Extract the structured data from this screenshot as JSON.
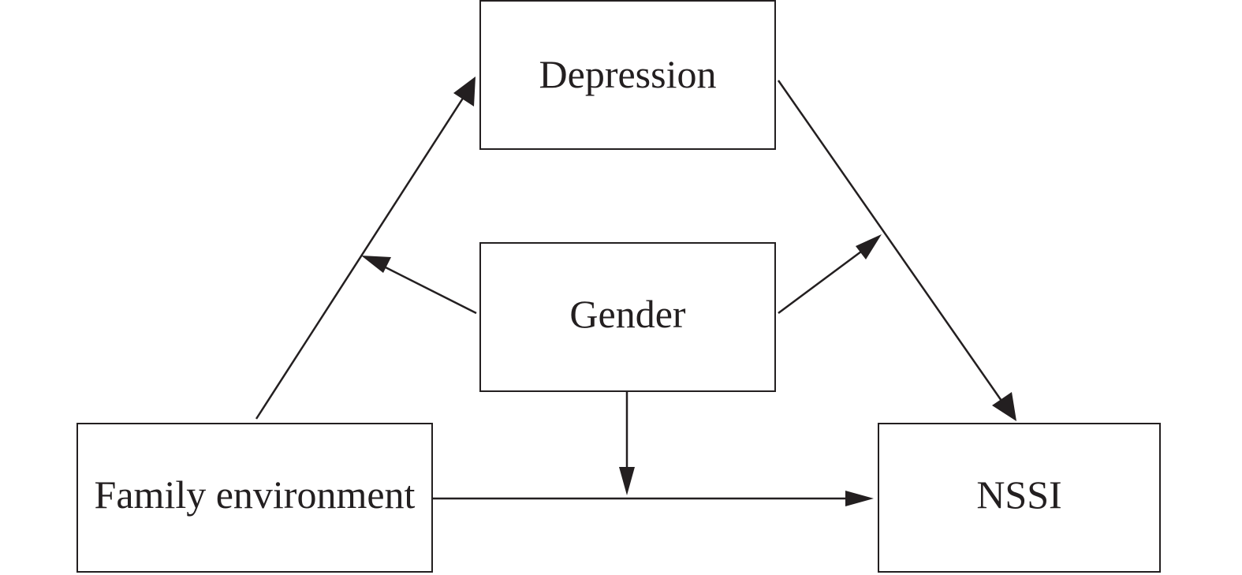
{
  "nodes": {
    "depression": "Depression",
    "gender": "Gender",
    "family_environment": "Family environment",
    "nssi": "NSSI"
  },
  "edges": [
    {
      "from": "Family environment",
      "to": "Depression"
    },
    {
      "from": "Depression",
      "to": "NSSI"
    },
    {
      "from": "Family environment",
      "to": "NSSI"
    },
    {
      "from": "Gender",
      "to": "Family environment → Depression path"
    },
    {
      "from": "Gender",
      "to": "Depression → NSSI path"
    },
    {
      "from": "Gender",
      "to": "Family environment → NSSI path"
    }
  ],
  "colors": {
    "stroke": "#231f20",
    "background": "#ffffff"
  }
}
